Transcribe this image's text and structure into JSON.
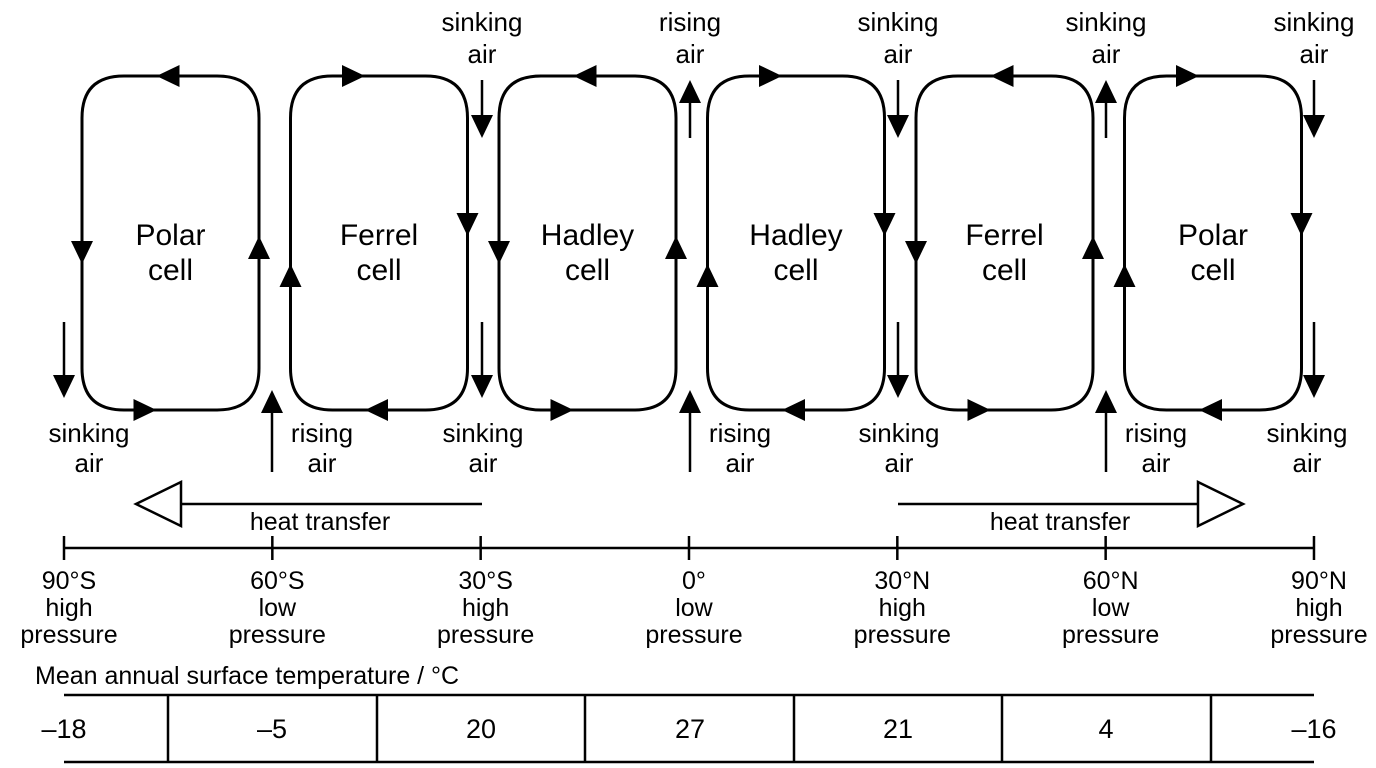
{
  "cells": [
    {
      "name": "Polar",
      "sub": "cell",
      "flow": "cw"
    },
    {
      "name": "Ferrel",
      "sub": "cell",
      "flow": "ccw"
    },
    {
      "name": "Hadley",
      "sub": "cell",
      "flow": "cw"
    },
    {
      "name": "Hadley",
      "sub": "cell",
      "flow": "ccw"
    },
    {
      "name": "Ferrel",
      "sub": "cell",
      "flow": "cw"
    },
    {
      "name": "Polar",
      "sub": "cell",
      "flow": "ccw"
    }
  ],
  "top_air": [
    {
      "line1": "sinking",
      "line2": "air",
      "direction": "down"
    },
    {
      "line1": "rising",
      "line2": "air",
      "direction": "up"
    },
    {
      "line1": "sinking",
      "line2": "air",
      "direction": "down"
    },
    {
      "line1": "sinking",
      "line2": "air",
      "direction": "up"
    },
    {
      "line1": "sinking",
      "line2": "air",
      "direction": "down"
    }
  ],
  "bottom_air": [
    {
      "line1": "sinking",
      "line2": "air",
      "direction": "down"
    },
    {
      "line1": "rising",
      "line2": "air",
      "direction": "up"
    },
    {
      "line1": "sinking",
      "line2": "air",
      "direction": "down"
    },
    {
      "line1": "rising",
      "line2": "air",
      "direction": "up"
    },
    {
      "line1": "sinking",
      "line2": "air",
      "direction": "down"
    },
    {
      "line1": "rising",
      "line2": "air",
      "direction": "up"
    },
    {
      "line1": "sinking",
      "line2": "air",
      "direction": "down"
    }
  ],
  "heat_transfer": {
    "left_label": "heat transfer",
    "right_label": "heat transfer"
  },
  "latitudes": [
    {
      "lat": "90°S",
      "p1": "high",
      "p2": "pressure"
    },
    {
      "lat": "60°S",
      "p1": "low",
      "p2": "pressure"
    },
    {
      "lat": "30°S",
      "p1": "high",
      "p2": "pressure"
    },
    {
      "lat": "0°",
      "p1": "low",
      "p2": "pressure"
    },
    {
      "lat": "30°N",
      "p1": "high",
      "p2": "pressure"
    },
    {
      "lat": "60°N",
      "p1": "low",
      "p2": "pressure"
    },
    {
      "lat": "90°N",
      "p1": "high",
      "p2": "pressure"
    }
  ],
  "temperature_table": {
    "title": "Mean annual surface temperature / °C",
    "values": [
      "–18",
      "–5",
      "20",
      "27",
      "21",
      "4",
      "–16"
    ]
  }
}
